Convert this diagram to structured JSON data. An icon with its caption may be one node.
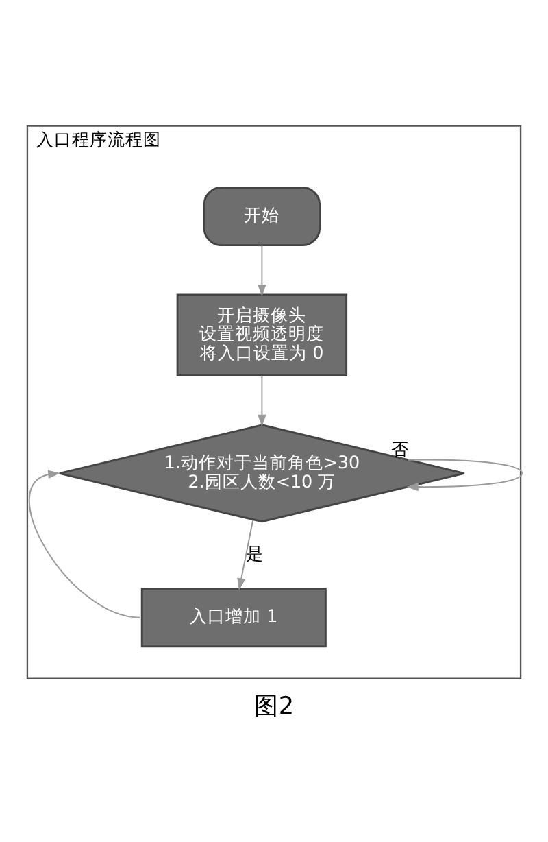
{
  "diagram": {
    "caption": "图2",
    "nodes": [
      {
        "text": [
          "入口程序流程图"
        ]
      },
      {
        "text": [
          "开始"
        ],
        "in": 0
      },
      {
        "text": [
          "开启摄像头",
          "设置视频透明度",
          "将入口设置为 0"
        ],
        "in": 0
      },
      {
        "text": [
          "1.动作对于当前角色>30",
          "2.园区人数<10 万"
        ],
        "in": 0
      },
      {
        "text": [
          "入口增加 1"
        ],
        "in": 0
      }
    ],
    "edges": [
      {
        "from": 1,
        "to": 2,
        "arrow": "to"
      },
      {
        "from": 2,
        "to": 3,
        "arrow": "to"
      },
      {
        "from": 3,
        "to": 3,
        "arrow": "to",
        "label": "否"
      },
      {
        "from": 3,
        "to": 4,
        "arrow": "to",
        "label": "是"
      },
      {
        "from": 4,
        "to": 3,
        "arrow": "to"
      }
    ]
  }
}
